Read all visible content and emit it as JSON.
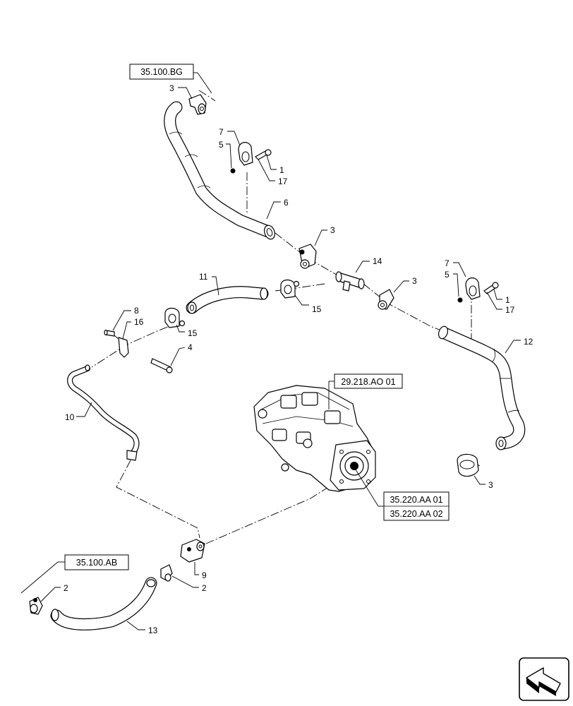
{
  "refs": {
    "r1": "35.100.BG",
    "r2": "29.218.AO 01",
    "r3": "35.220.AA 01",
    "r4": "35.220.AA 02",
    "r5": "35.100.AB"
  },
  "callouts": {
    "c3a": "3",
    "c7a": "7",
    "c5a": "5",
    "c1a": "1",
    "c17a": "17",
    "c6": "6",
    "c3b": "3",
    "c14": "14",
    "c11": "11",
    "c15a": "15",
    "c3c": "3",
    "c7b": "7",
    "c5b": "5",
    "c1b": "1",
    "c17b": "17",
    "c8": "8",
    "c16": "16",
    "c15b": "15",
    "c4": "4",
    "c12": "12",
    "c10": "10",
    "c3d": "3",
    "c9": "9",
    "c2a": "2",
    "c2b": "2",
    "c13": "13"
  },
  "icons": {
    "nav": "next-page-arrow-icon"
  }
}
